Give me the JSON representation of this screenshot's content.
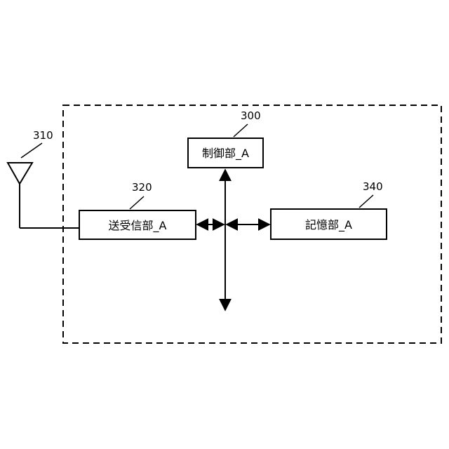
{
  "diagram": {
    "boundary_ref": "300",
    "antenna": {
      "ref": "310"
    },
    "blocks": {
      "control": {
        "label": "制御部_A"
      },
      "transceiver": {
        "label": "送受信部_A",
        "ref": "320"
      },
      "storage": {
        "label": "記憶部_A",
        "ref": "340"
      }
    }
  }
}
